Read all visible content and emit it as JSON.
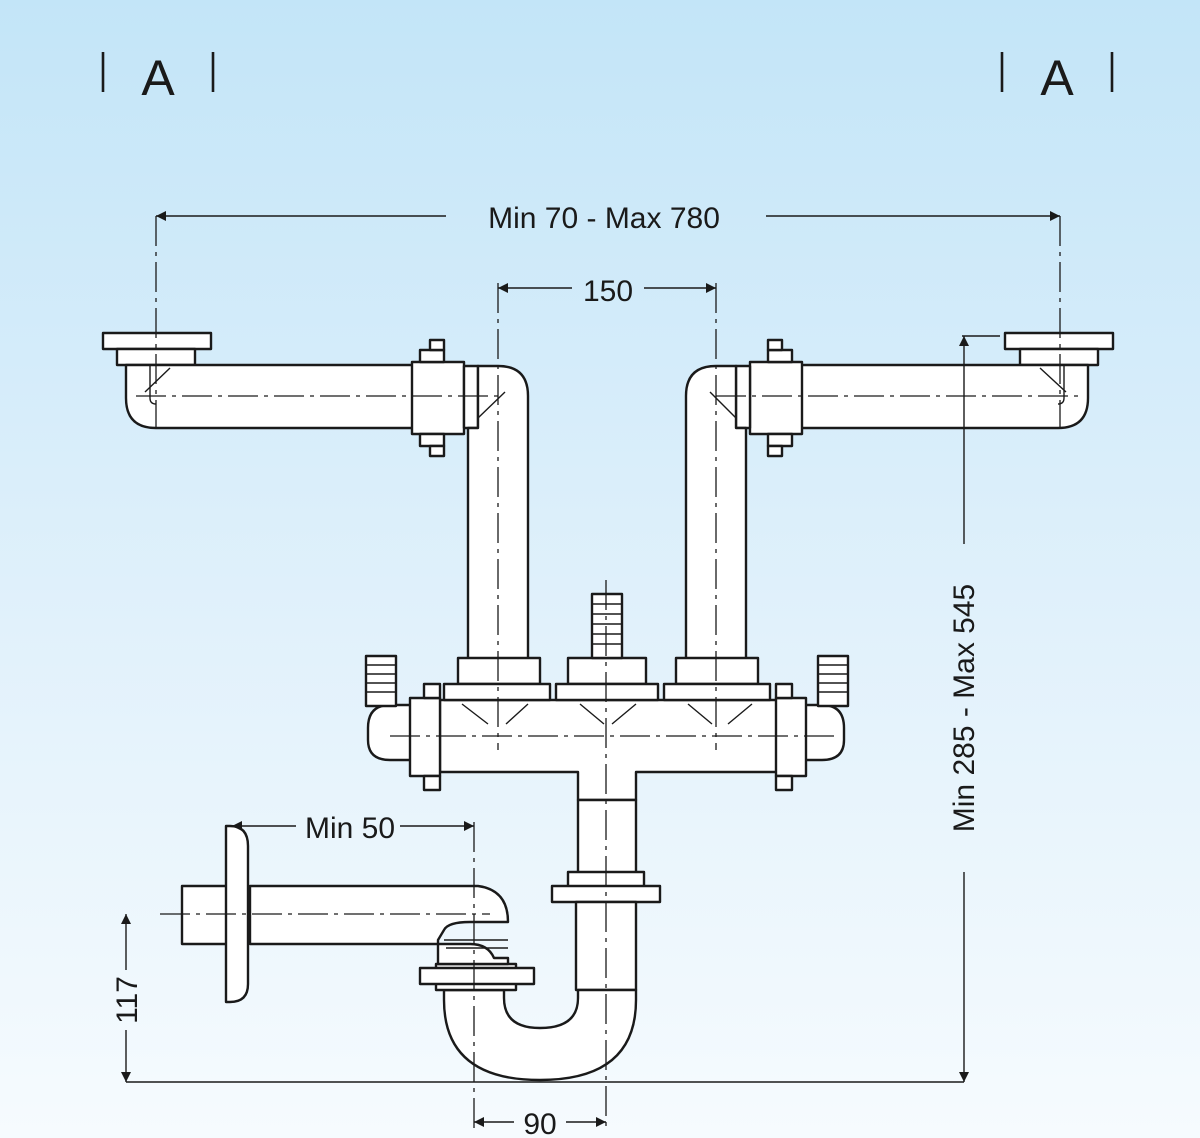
{
  "section_marks": {
    "left": "A",
    "right": "A"
  },
  "dimensions": {
    "overall_width": "Min 70 - Max 780",
    "center_spacing": "150",
    "overall_height": "Min 285 - Max 545",
    "wall_offset": "Min 50",
    "outlet_height": "117",
    "trap_offset": "90"
  },
  "colors": {
    "background_top": "#c3e5f8",
    "background_bottom": "#f6fbfe",
    "line": "#1a1a1a"
  }
}
